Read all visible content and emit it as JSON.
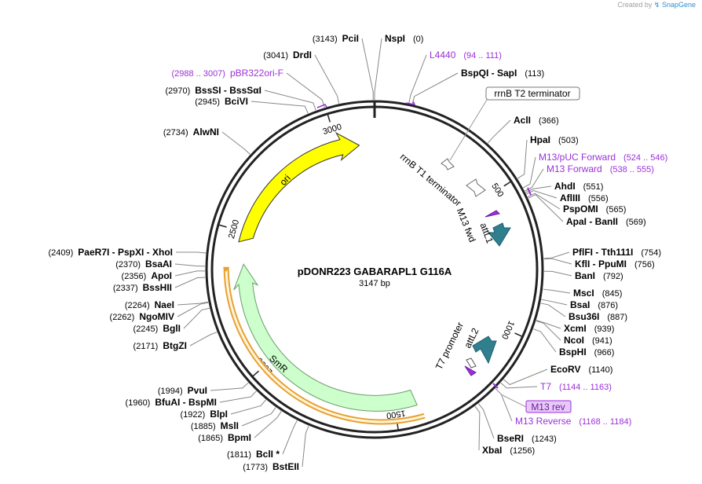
{
  "credit": {
    "prefix": "Created by",
    "brand": "SnapGene"
  },
  "plasmid": {
    "name": "pDONR223 GABARAPL1 G116A",
    "length_label": "3147 bp",
    "length": 3147
  },
  "ticks": [
    {
      "pos": 500,
      "label": "500"
    },
    {
      "pos": 1000,
      "label": "1000"
    },
    {
      "pos": 1500,
      "label": "1500"
    },
    {
      "pos": 2000,
      "label": "2000"
    },
    {
      "pos": 2500,
      "label": "2500"
    },
    {
      "pos": 3000,
      "label": "3000"
    }
  ],
  "colors": {
    "backbone": "#222222",
    "ori": "#ffff00",
    "smr": "#ccffcc",
    "smr_outline": "#e8a030",
    "att": "#2f7f8f",
    "primer": "#9b30d9",
    "enzyme_text": "#000000",
    "feature_text": "#9b30d9"
  },
  "features": [
    {
      "name": "ori",
      "label": "ori",
      "fill": "#ffff00"
    },
    {
      "name": "SmR",
      "label": "SmR",
      "fill": "#ccffcc"
    },
    {
      "name": "attL1",
      "label": "attL1"
    },
    {
      "name": "attL2",
      "label": "attL2"
    },
    {
      "name": "rrnB T1 terminator",
      "label": "rrnB T1 terminator"
    },
    {
      "name": "rrnB T2 terminator",
      "label": "rrnB T2 terminator"
    },
    {
      "name": "M13 fwd",
      "label": "M13 fwd"
    },
    {
      "name": "T7 promoter",
      "label": "T7 promoter"
    },
    {
      "name": "M13 rev",
      "label": "M13 rev"
    }
  ],
  "left_labels": [
    {
      "name": "PciI",
      "pos": "(3143)"
    },
    {
      "name": "DrdI",
      "pos": "(3041)"
    },
    {
      "name": "pBR322ori-F",
      "pos": "(2988 .. 3007)",
      "primer": true
    },
    {
      "name": "BssSI - BssSαI",
      "pos": "(2970)"
    },
    {
      "name": "BciVI",
      "pos": "(2945)"
    },
    {
      "name": "AlwNI",
      "pos": "(2734)"
    },
    {
      "name": "PaeR7I - PspXI - XhoI",
      "pos": "(2409)"
    },
    {
      "name": "BsaAI",
      "pos": "(2370)"
    },
    {
      "name": "ApoI",
      "pos": "(2356)"
    },
    {
      "name": "BssHII",
      "pos": "(2337)"
    },
    {
      "name": "NaeI",
      "pos": "(2264)"
    },
    {
      "name": "NgoMIV",
      "pos": "(2262)"
    },
    {
      "name": "BglI",
      "pos": "(2245)"
    },
    {
      "name": "BtgZI",
      "pos": "(2171)"
    },
    {
      "name": "PvuI",
      "pos": "(1994)"
    },
    {
      "name": "BfuAI - BspMI",
      "pos": "(1960)"
    },
    {
      "name": "BlpI",
      "pos": "(1922)"
    },
    {
      "name": "MslI",
      "pos": "(1885)"
    },
    {
      "name": "BpmI",
      "pos": "(1865)"
    },
    {
      "name": "BclI *",
      "pos": "(1811)"
    },
    {
      "name": "BstEII",
      "pos": "(1773)"
    }
  ],
  "right_labels": [
    {
      "name": "NspI",
      "pos": "(0)"
    },
    {
      "name": "L4440",
      "pos": "(94 .. 111)",
      "primer": true
    },
    {
      "name": "BspQI - SapI",
      "pos": "(113)"
    },
    {
      "name": "AclI",
      "pos": "(366)"
    },
    {
      "name": "HpaI",
      "pos": "(503)"
    },
    {
      "name": "M13/pUC Forward",
      "pos": "(524 .. 546)",
      "primer": true
    },
    {
      "name": "M13 Forward",
      "pos": "(538 .. 555)",
      "primer": true
    },
    {
      "name": "AhdI",
      "pos": "(551)"
    },
    {
      "name": "AflIII",
      "pos": "(556)"
    },
    {
      "name": "PspOMI",
      "pos": "(565)"
    },
    {
      "name": "ApaI - BanII",
      "pos": "(569)"
    },
    {
      "name": "PflFI - Tth111I",
      "pos": "(754)"
    },
    {
      "name": "KflI - PpuMI",
      "pos": "(756)"
    },
    {
      "name": "BanI",
      "pos": "(792)"
    },
    {
      "name": "MscI",
      "pos": "(845)"
    },
    {
      "name": "BsaI",
      "pos": "(876)"
    },
    {
      "name": "Bsu36I",
      "pos": "(887)"
    },
    {
      "name": "XcmI",
      "pos": "(939)"
    },
    {
      "name": "NcoI",
      "pos": "(941)"
    },
    {
      "name": "BspHI",
      "pos": "(966)"
    },
    {
      "name": "EcoRV",
      "pos": "(1140)"
    },
    {
      "name": "T7",
      "pos": "(1144 .. 1163)",
      "primer": true
    },
    {
      "name": "M13 Reverse",
      "pos": "(1168 .. 1184)",
      "primer": true
    },
    {
      "name": "BseRI",
      "pos": "(1243)"
    },
    {
      "name": "XbaI",
      "pos": "(1256)"
    }
  ]
}
